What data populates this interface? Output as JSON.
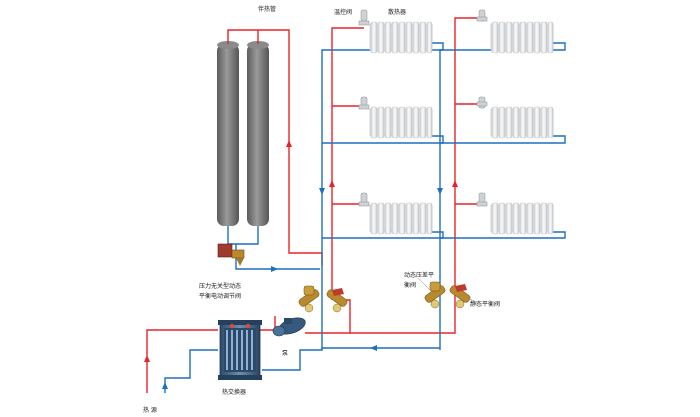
{
  "labels": {
    "heat_tracing_pipe": "伴热管",
    "temp_control_valve": "温控阀",
    "radiator": "散热器",
    "pressure_valve": "压力无关型动态",
    "pressure_valve_line2": "平衡电动调节阀",
    "diff_pressure_valve": "动态压差平",
    "diff_pressure_valve_line2": "衡阀",
    "static_balance_valve": "静态平衡阀",
    "pump": "泵",
    "heat_exchanger": "热交换器",
    "heat_source": "热 源"
  },
  "colors": {
    "supply_pipe": "#e8242a",
    "return_pipe": "#1f6fc0",
    "tube_body": "#7b7b7b",
    "radiator_body": "#eef0f1",
    "exchanger_body": "#3a5f86",
    "valve_body": "#b8892d"
  }
}
